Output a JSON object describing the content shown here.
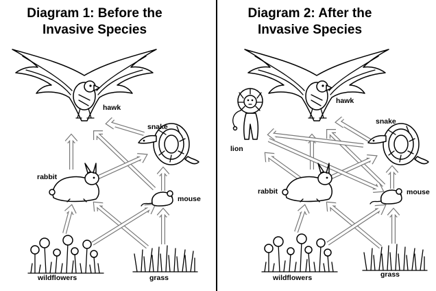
{
  "diagrams": [
    {
      "title_line1": "Diagram 1: Before the",
      "title_line2": "Invasive Species",
      "labels": {
        "hawk": "hawk",
        "snake": "snake",
        "rabbit": "rabbit",
        "mouse": "mouse",
        "wildflowers": "wildflowers",
        "grass": "grass"
      }
    },
    {
      "title_line1": "Diagram 2: After the",
      "title_line2": "Invasive Species",
      "labels": {
        "hawk": "hawk",
        "snake": "snake",
        "rabbit": "rabbit",
        "mouse": "mouse",
        "wildflowers": "wildflowers",
        "grass": "grass",
        "lion": "lion"
      }
    }
  ],
  "divider_color": "#000000",
  "arrow_color": "#777777"
}
